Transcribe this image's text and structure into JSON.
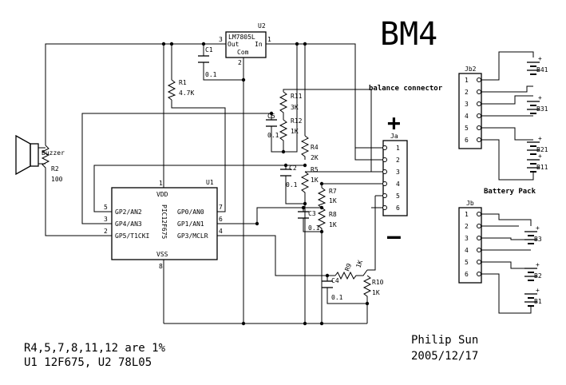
{
  "title": "BM4",
  "balance_label": "balance connector",
  "battery_label": "Battery Pack",
  "plus_sign": "+",
  "minus_sign": "—",
  "notes": [
    "R4,5,7,8,11,12 are 1%",
    "U1 12F675, U2 78L05"
  ],
  "author": "Philip Sun",
  "date": "2005/12/17",
  "u2": {
    "ref": "U2",
    "part": "LM7805L",
    "out": "Out",
    "in": "In",
    "com": "Com",
    "pin3": "3",
    "pin1": "1",
    "pin2": "2"
  },
  "u1": {
    "ref": "U1",
    "part": "PIC12F675",
    "vdd": "VDD",
    "vss": "VSS",
    "pin1": "1",
    "pin8": "8",
    "left": [
      {
        "num": "5",
        "name": "GP2/AN2"
      },
      {
        "num": "3",
        "name": "GP4/AN3"
      },
      {
        "num": "2",
        "name": "GP5/T1CKI"
      }
    ],
    "right": [
      {
        "num": "7",
        "name": "GP0/AN0"
      },
      {
        "num": "6",
        "name": "GP1/AN1"
      },
      {
        "num": "4",
        "name": "GP3/MCLR"
      }
    ]
  },
  "parts": {
    "c1": {
      "ref": "C1",
      "value": "0.1"
    },
    "c2": {
      "ref": "C2",
      "value": "0.1"
    },
    "c3": {
      "ref": "C3",
      "value": "0.1"
    },
    "c4": {
      "ref": "C4",
      "value": "0.1"
    },
    "c5": {
      "ref": "C5",
      "value": "0.1"
    },
    "r1": {
      "ref": "R1",
      "value": "4.7K"
    },
    "r2": {
      "ref": "R2",
      "value": "100"
    },
    "r4": {
      "ref": "R4",
      "value": "2K"
    },
    "r5": {
      "ref": "R5",
      "value": "1K"
    },
    "r7": {
      "ref": "R7",
      "value": "1K"
    },
    "r8": {
      "ref": "R8",
      "value": "1K"
    },
    "r9": {
      "ref": "R9",
      "value": "1K"
    },
    "r10": {
      "ref": "R10",
      "value": "1K"
    },
    "r11": {
      "ref": "R11",
      "value": "3K"
    },
    "r12": {
      "ref": "R12",
      "value": "1K"
    },
    "buzzer": {
      "ref": "Buzzer"
    }
  },
  "ja": {
    "ref": "Ja",
    "pins": [
      "1",
      "2",
      "3",
      "4",
      "5",
      "6"
    ]
  },
  "jb2": {
    "ref": "Jb2",
    "pins": [
      "1",
      "2",
      "3",
      "4",
      "5",
      "6"
    ]
  },
  "jb": {
    "ref": "Jb",
    "pins": [
      "1",
      "2",
      "3",
      "4",
      "5",
      "6"
    ]
  },
  "cells_top": [
    "B41",
    "B31",
    "B21",
    "B11"
  ],
  "cells_bottom": [
    "B3",
    "B2",
    "B1"
  ]
}
